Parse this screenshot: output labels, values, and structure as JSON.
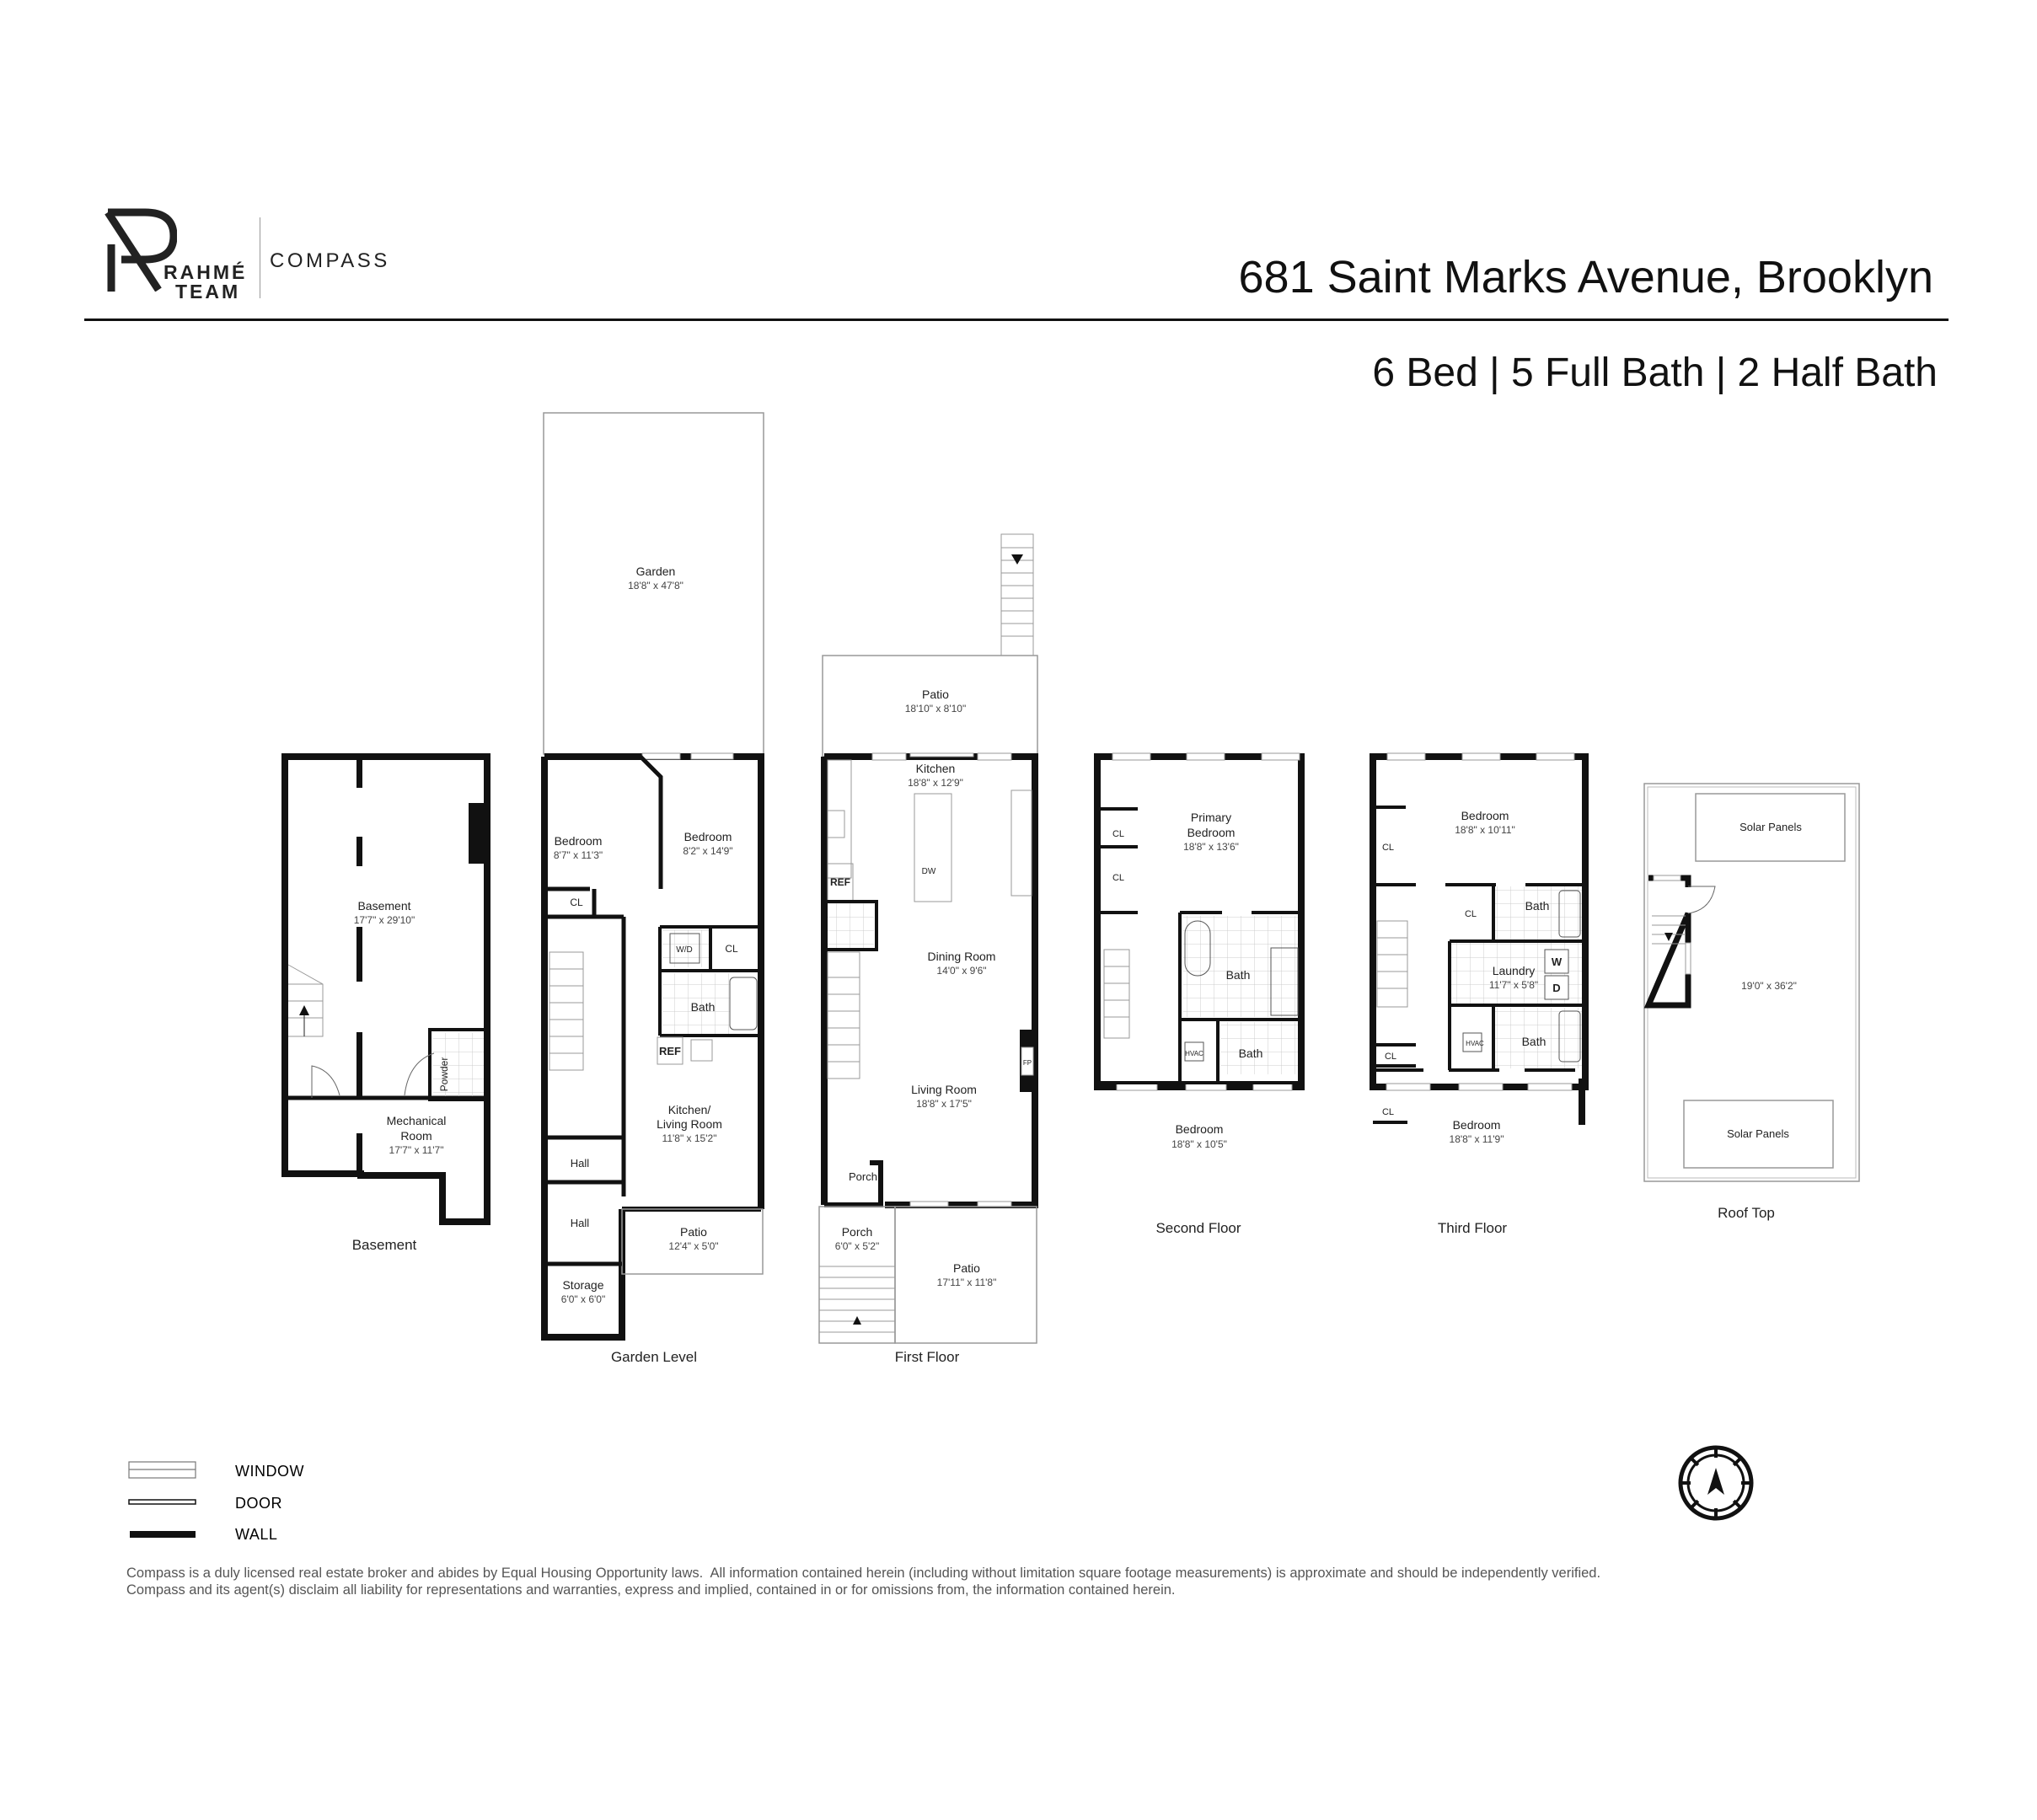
{
  "branding": {
    "team_name_line1": "RAHMÉ",
    "team_name_line2": "TEAM",
    "brokerage": "COMPASS",
    "logo_mark": "R"
  },
  "header": {
    "title": "681 Saint Marks Avenue, Brooklyn",
    "subtitle": "6 Bed | 5 Full Bath | 2 Half Bath"
  },
  "floors": {
    "basement": {
      "name": "Basement",
      "rooms": {
        "basement": {
          "label": "Basement",
          "dim": "17'7\" x 29'10\""
        },
        "powder": {
          "label": "Powder"
        },
        "mechanical_l1": {
          "label": "Mechanical"
        },
        "mechanical_l2": {
          "label": "Room"
        },
        "mechanical_dim": {
          "dim": "17'7\" x 11'7\""
        }
      }
    },
    "garden": {
      "name": "Garden Level",
      "rooms": {
        "garden": {
          "label": "Garden",
          "dim": "18'8\" x 47'8\""
        },
        "bedroom_a": {
          "label": "Bedroom",
          "dim": "8'7\" x 11'3\""
        },
        "bedroom_b": {
          "label": "Bedroom",
          "dim": "8'2\" x 14'9\""
        },
        "cl_a": {
          "label": "CL"
        },
        "cl_b": {
          "label": "CL"
        },
        "wd": {
          "label": "W/D"
        },
        "bath": {
          "label": "Bath"
        },
        "ref": {
          "label": "REF"
        },
        "kitchen_l1": {
          "label": "Kitchen/"
        },
        "kitchen_l2": {
          "label": "Living Room"
        },
        "kitchen_dim": {
          "dim": "11'8\" x 15'2\""
        },
        "hall_a": {
          "label": "Hall"
        },
        "hall_b": {
          "label": "Hall"
        },
        "storage": {
          "label": "Storage",
          "dim": "6'0\" x 6'0\""
        },
        "patio": {
          "label": "Patio",
          "dim": "12'4\" x 5'0\""
        }
      }
    },
    "first": {
      "name": "First Floor",
      "rooms": {
        "patio_rear": {
          "label": "Patio",
          "dim": "18'10\" x 8'10\""
        },
        "kitchen": {
          "label": "Kitchen",
          "dim": "18'8\" x 12'9\""
        },
        "dw": {
          "label": "DW"
        },
        "ref": {
          "label": "REF"
        },
        "dining": {
          "label": "Dining Room",
          "dim": "14'0\" x 9'6\""
        },
        "fp": {
          "label": "FP"
        },
        "living": {
          "label": "Living Room",
          "dim": "18'8\" x 17'5\""
        },
        "porch_inner": {
          "label": "Porch"
        },
        "porch_outer": {
          "label": "Porch",
          "dim": "6'0\" x 5'2\""
        },
        "patio_front": {
          "label": "Patio",
          "dim": "17'11\" x 11'8\""
        }
      }
    },
    "second": {
      "name": "Second Floor",
      "rooms": {
        "cl_a": {
          "label": "CL"
        },
        "cl_b": {
          "label": "CL"
        },
        "primary_l1": {
          "label": "Primary"
        },
        "primary_l2": {
          "label": "Bedroom"
        },
        "primary_dim": {
          "dim": "18'8\" x 13'6\""
        },
        "bath_primary": {
          "label": "Bath"
        },
        "hvac": {
          "label": "HVAC"
        },
        "bath_b": {
          "label": "Bath"
        },
        "bedroom": {
          "label": "Bedroom",
          "dim": "18'8\" x 10'5\""
        }
      }
    },
    "third": {
      "name": "Third Floor",
      "rooms": {
        "bedroom_rear": {
          "label": "Bedroom",
          "dim": "18'8\" x 10'11\""
        },
        "cl_a": {
          "label": "CL"
        },
        "cl_b": {
          "label": "CL"
        },
        "cl_c": {
          "label": "CL"
        },
        "cl_d": {
          "label": "CL"
        },
        "bath_a": {
          "label": "Bath"
        },
        "laundry": {
          "label": "Laundry",
          "dim": "11'7\" x 5'8\""
        },
        "washer": {
          "label": "W"
        },
        "dryer": {
          "label": "D"
        },
        "hvac": {
          "label": "HVAC"
        },
        "bath_b": {
          "label": "Bath"
        },
        "bedroom_front": {
          "label": "Bedroom",
          "dim": "18'8\" x 11'9\""
        }
      }
    },
    "roof": {
      "name": "Roof Top",
      "rooms": {
        "solar_top": {
          "label": "Solar Panels"
        },
        "solar_bottom": {
          "label": "Solar Panels"
        },
        "roof_dim": {
          "dim": "19'0\" x 36'2\""
        }
      }
    }
  },
  "legend": {
    "items": [
      {
        "label": "WINDOW",
        "icon": "window-symbol"
      },
      {
        "label": "DOOR",
        "icon": "door-symbol"
      },
      {
        "label": "WALL",
        "icon": "wall-symbol"
      }
    ]
  },
  "compass_rose": {
    "icon": "north-arrow-icon"
  },
  "disclaimer": {
    "line1": "Compass is a duly licensed real estate broker and abides by Equal Housing Opportunity laws.  All information contained herein (including without limitation square footage measurements) is approximate and should be independently verified.",
    "line2": "Compass and its agent(s) disclaim all liability for representations and warranties, express and implied, contained in or for omissions from, the information contained herein."
  },
  "colors": {
    "wall": "#111111",
    "outline": "#999999",
    "text": "#222222",
    "dim_text": "#444444"
  }
}
